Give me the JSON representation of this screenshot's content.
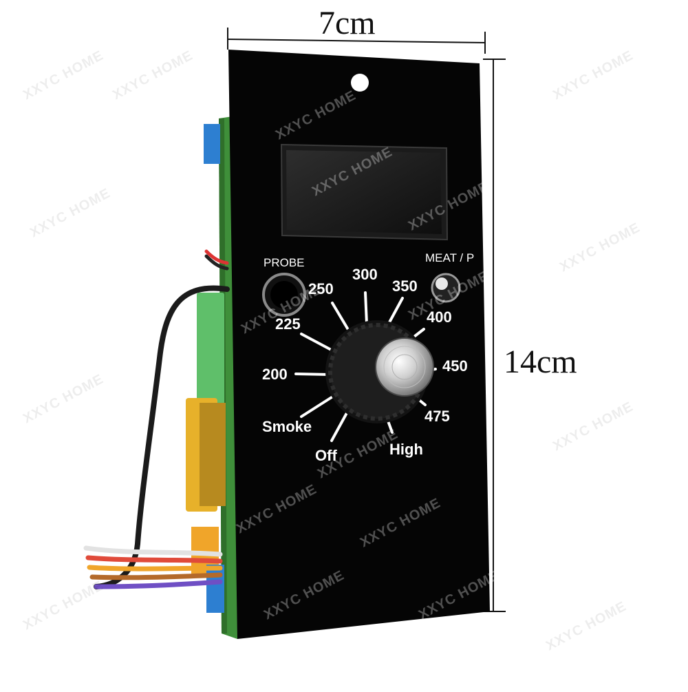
{
  "dimensions": {
    "width_label": "7cm",
    "height_label": "14cm"
  },
  "panel": {
    "probe_label": "PROBE",
    "meat_probe_label": "MEAT / P",
    "dial_settings": [
      "Off",
      "Smoke",
      "200",
      "225",
      "250",
      "300",
      "350",
      "400",
      "450",
      "475",
      "High"
    ],
    "colors": {
      "faceplate": "#050505",
      "circuit_board": "#3f8f3a",
      "terminal_block": "#2d7fd1",
      "transformer": "#e7b12a",
      "knob_metal": "#d8d8d8"
    }
  },
  "watermark": "XXYC HOME"
}
